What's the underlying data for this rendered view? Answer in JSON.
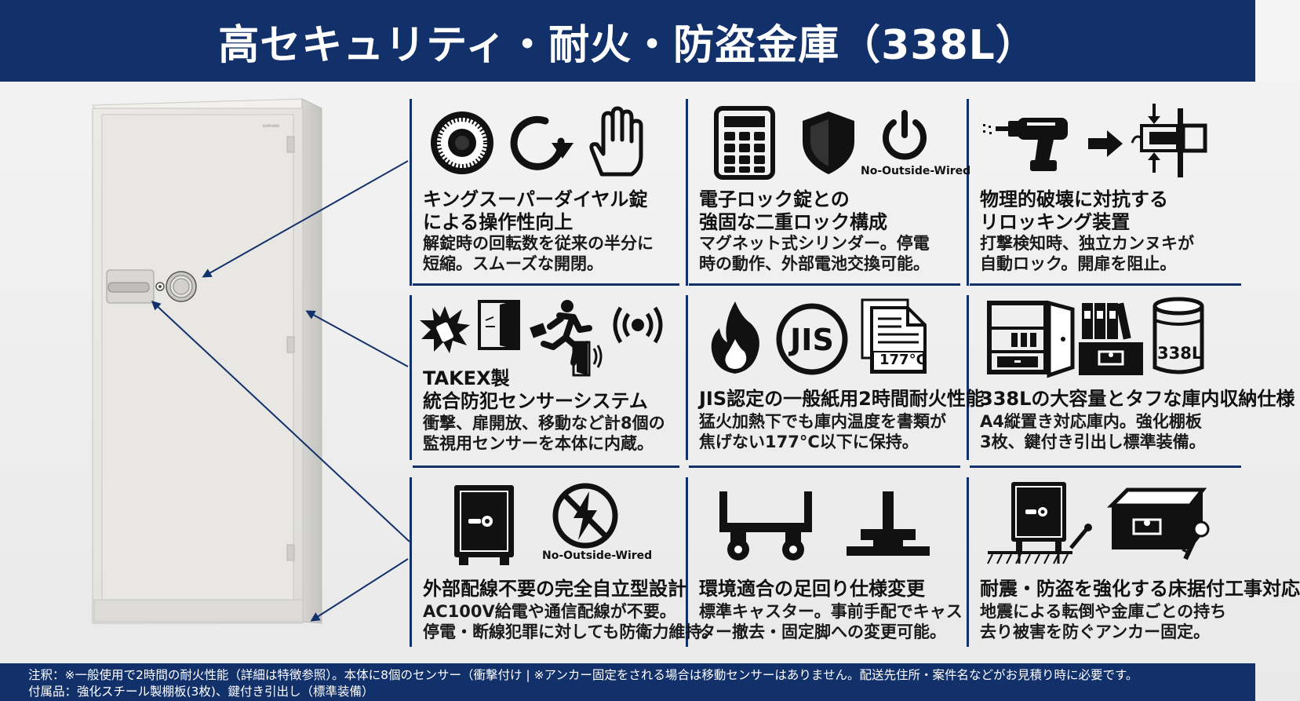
{
  "header": {
    "title": "高セキュリティ・耐火・防盗金庫（338L）"
  },
  "colors": {
    "navy": "#12306a",
    "icon": "#111111",
    "safe_body": "#e7e6e2"
  },
  "safe": {
    "brand_label": "KUMAHIRA"
  },
  "features": [
    {
      "id": "dial",
      "icons": [
        "dial-lock-icon",
        "rotate-arrow-icon",
        "hand-icon"
      ],
      "title1": "キングスーパーダイヤル錠",
      "title2": "による操作性向上",
      "desc1": "解錠時の回転数を従来の半分に",
      "desc2": "短縮。スムーズな開閉。"
    },
    {
      "id": "electronic",
      "icons": [
        "keypad-icon",
        "shield-icon",
        "power-icon"
      ],
      "tag": "No-Outside-Wired",
      "title1": "電子ロック錠との",
      "title2": "強固な二重ロック構成",
      "desc1": "マグネット式シリンダー。停電",
      "desc2": "時の動作、外部電池交換可能。"
    },
    {
      "id": "relocking",
      "icons": [
        "drill-icon",
        "right-arrow-icon",
        "relock-bolt-icon"
      ],
      "title1": "物理的破壊に対抗する",
      "title2": "リロッキング装置",
      "desc1": "打撃検知時、独立カンヌキが",
      "desc2": "自動ロック。開扉を阻止。"
    },
    {
      "id": "sensor",
      "icons": [
        "impact-icon",
        "door-open-icon",
        "running-person-icon",
        "vibration-icon"
      ],
      "title1": "TAKEX製",
      "title2": "統合防犯センサーシステム",
      "desc1": "衝撃、扉開放、移動など計8個の",
      "desc2": "監視用センサーを本体に内蔵。"
    },
    {
      "id": "fire",
      "icons": [
        "flame-icon",
        "jis-mark-icon",
        "document-icon"
      ],
      "temp_label": "177°C",
      "title1": "JIS認定の一般紙用2時間耐火性能",
      "title2": "",
      "desc1": "猛火加熱下でも庫内温度を書類が",
      "desc2": "焦げない177°C以下に保持。"
    },
    {
      "id": "capacity",
      "icons": [
        "open-safe-icon",
        "binders-icon",
        "cylinder-icon"
      ],
      "capacity_label": "338L",
      "title1": "338Lの大容量とタフな庫内収納仕様",
      "title2": "",
      "desc1": "A4縦置き対応庫内。強化棚板",
      "desc2": "3枚、鍵付き引出し標準装備。"
    },
    {
      "id": "standalone",
      "icons": [
        "small-safe-icon",
        "no-power-icon"
      ],
      "tag": "No-Outside-Wired",
      "title1": "外部配線不要の完全自立型設計",
      "title2": "",
      "desc1": "AC100V給電や通信配線が不要。",
      "desc2": "停電・断線犯罪に対しても防衛力維持。"
    },
    {
      "id": "casters",
      "icons": [
        "caster-icon",
        "fixed-leg-icon"
      ],
      "title1": "環境適合の足回り仕様変更",
      "title2": "",
      "desc1": "標準キャスター。事前手配でキャス",
      "desc2": "ター撤去・固定脚への変更可能。"
    },
    {
      "id": "anchor",
      "icons": [
        "anchored-safe-icon",
        "locked-drawer-icon"
      ],
      "title1": "耐震・防盗を強化する床据付工事対応",
      "title2": "",
      "desc1": "地震による転倒や金庫ごとの持ち",
      "desc2": "去り被害を防ぐアンカー固定。"
    }
  ],
  "footer": {
    "line1": "注釈：※一般使用で2時間の耐火性能（詳細は特徴参照）。本体に8個のセンサー（衝撃付け | ※アンカー固定をされる場合は移動センサーはありません。配送先住所・案件名などがお見積り時に必要です。",
    "line2": "付属品：強化スチール製棚板(3枚)、鍵付き引出し（標準装備）"
  }
}
